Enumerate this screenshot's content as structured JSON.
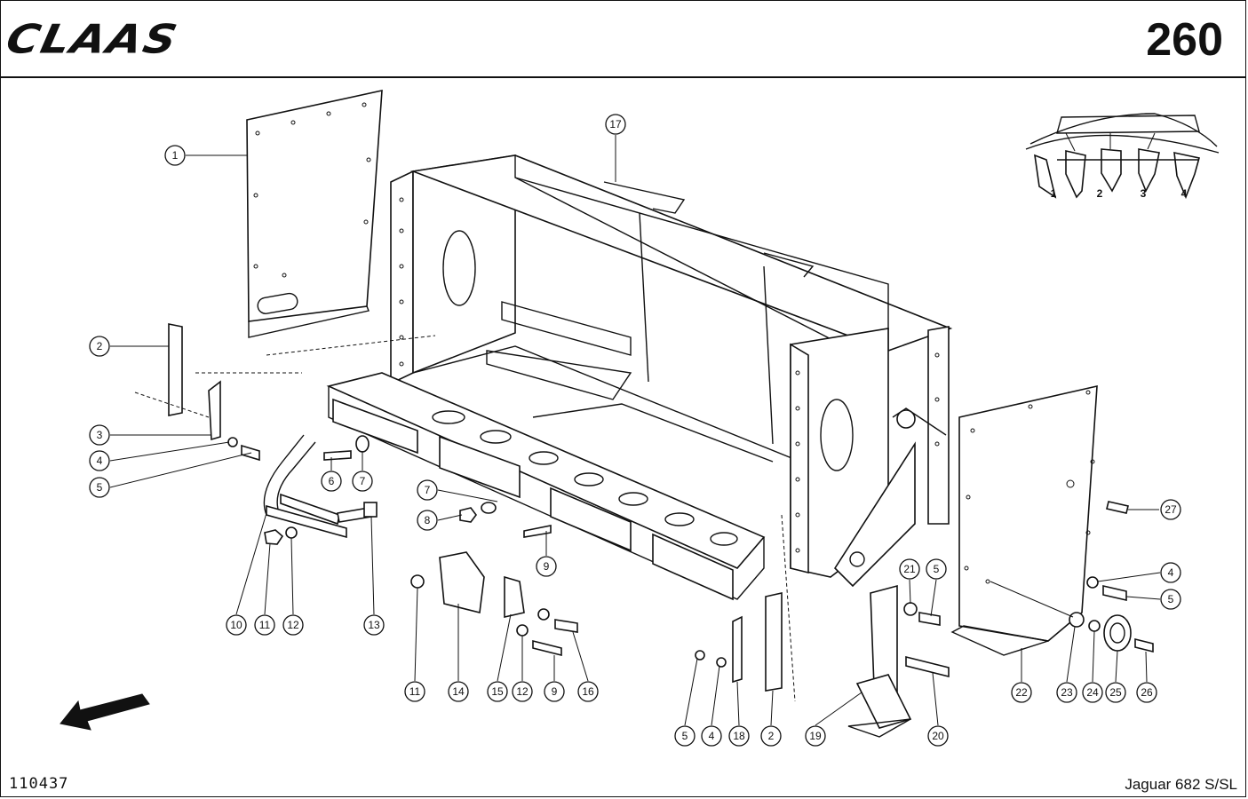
{
  "header": {
    "brand": "CLAAS",
    "page_number": "260"
  },
  "footer": {
    "drawing_number": "110437",
    "model": "Jaguar 682 S/SL"
  },
  "locator": {
    "row_labels": [
      "1",
      "2",
      "3",
      "4"
    ]
  },
  "callouts": [
    "1",
    "2",
    "3",
    "4",
    "5",
    "6",
    "7",
    "7",
    "8",
    "9",
    "10",
    "11",
    "12",
    "13",
    "11",
    "14",
    "15",
    "12",
    "9",
    "16",
    "17",
    "5",
    "4",
    "18",
    "2",
    "19",
    "20",
    "21",
    "5",
    "4",
    "5",
    "22",
    "23",
    "24",
    "25",
    "26",
    "27"
  ],
  "icons": {
    "direction_arrow": "arrow-down-left-icon"
  }
}
